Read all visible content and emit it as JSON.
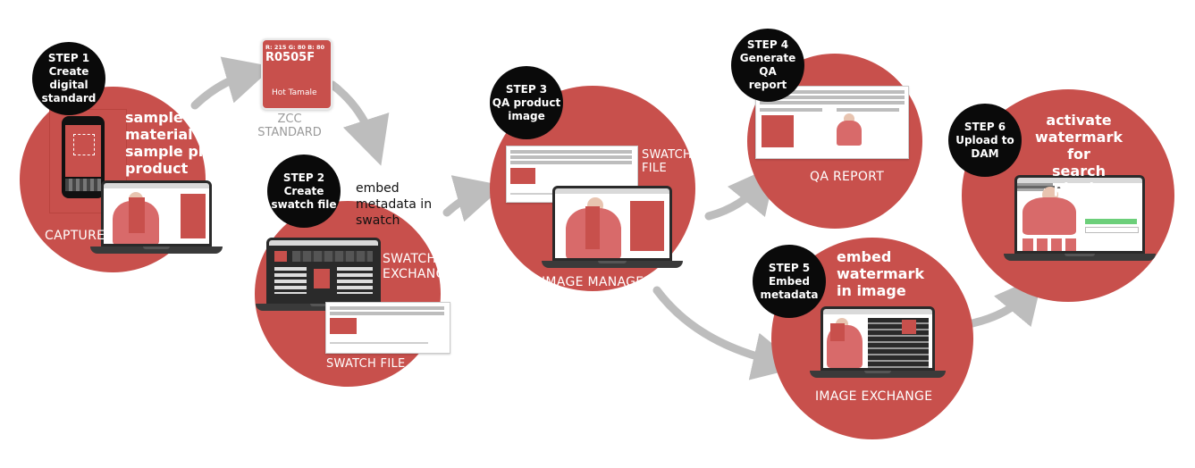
{
  "colors": {
    "circle": "#c8504c",
    "badge": "#0a0a0a",
    "arrow": "#bdbdbd",
    "label": "#9a9a9a"
  },
  "steps": [
    {
      "step": "STEP 1",
      "line1": "Create digital",
      "line2": "standard"
    },
    {
      "step": "STEP 2",
      "line1": "Create",
      "line2": "swatch file"
    },
    {
      "step": "STEP 3",
      "line1": "QA product",
      "line2": "image"
    },
    {
      "step": "STEP 4",
      "line1": "Generate QA",
      "line2": "report"
    },
    {
      "step": "STEP 5",
      "line1": "Embed",
      "line2": "metadata"
    },
    {
      "step": "STEP 6",
      "line1": "Upload to",
      "line2": "DAM"
    }
  ],
  "capture": {
    "desc1": "sample bulk",
    "desc2": "material or",
    "desc3": "sample physical",
    "desc4": "product",
    "caption": "CAPTURE"
  },
  "standard": {
    "rgb": "R: 215 G: 80 B: 80",
    "code": "R0505F",
    "name": "Hot Tamale",
    "caption1": "ZCC",
    "caption2": "STANDARD"
  },
  "swatch": {
    "desc1": "embed",
    "desc2": "metadata in",
    "desc3": "swatch",
    "exchange1": "SWATCH",
    "exchange2": "EXCHANGE",
    "caption": "SWATCH FILE"
  },
  "manager": {
    "file1": "SWATCH",
    "file2": "FILE",
    "caption": "IMAGE MANAGER"
  },
  "qa": {
    "caption": "QA REPORT"
  },
  "watermark": {
    "desc1": "embed",
    "desc2": "watermark",
    "desc3": "in image",
    "caption": "IMAGE EXCHANGE"
  },
  "dam": {
    "desc1": "activate",
    "desc2": "watermark for",
    "desc3": "search plugin"
  }
}
